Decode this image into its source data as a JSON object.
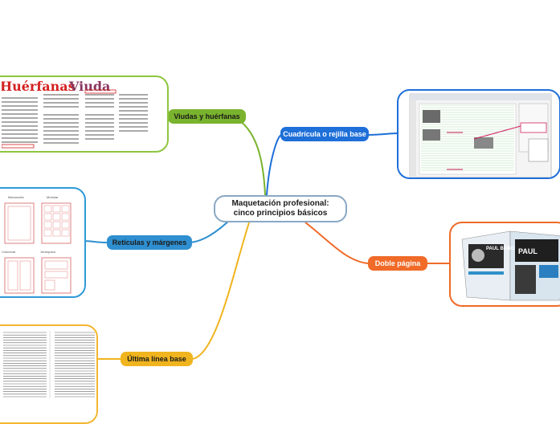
{
  "mindmap": {
    "center": {
      "line1": "Maquetación profesional:",
      "line2": "cinco principios básicos"
    },
    "branches": [
      {
        "id": "viudas",
        "label": "Viudas y huérfanas",
        "color": "#7ab32e"
      },
      {
        "id": "reticulas",
        "label": "Retículas y márgenes",
        "color": "#2f8fd0"
      },
      {
        "id": "ultima",
        "label": "Última línea base",
        "color": "#f0b41e"
      },
      {
        "id": "cuadricula",
        "label": "Cuadrícula o rejilla base",
        "color": "#1e6fd8"
      },
      {
        "id": "doble",
        "label": "Doble página",
        "color": "#f06a28"
      }
    ]
  },
  "thumbnails": {
    "viudas": {
      "word1": "Huérfanas",
      "word2": "Viuda",
      "word1_color": "#d42020",
      "word2_color": "#8a3560"
    },
    "reticulas": {
      "label1": "Manuscrita",
      "label2": "Modular",
      "label3": "Columnar",
      "label4": "Jerárquica"
    },
    "doble": {
      "headline1": "PAUL BABO",
      "headline2": "PAUL"
    }
  },
  "colors": {
    "viudas_border": "#8dc63f",
    "reticulas_border": "#2f9ad8",
    "ultima_border": "#f4b631",
    "cuadricula_border": "#1e6fd8",
    "doble_border": "#f06a28",
    "center_border": "#8aa8c4"
  }
}
